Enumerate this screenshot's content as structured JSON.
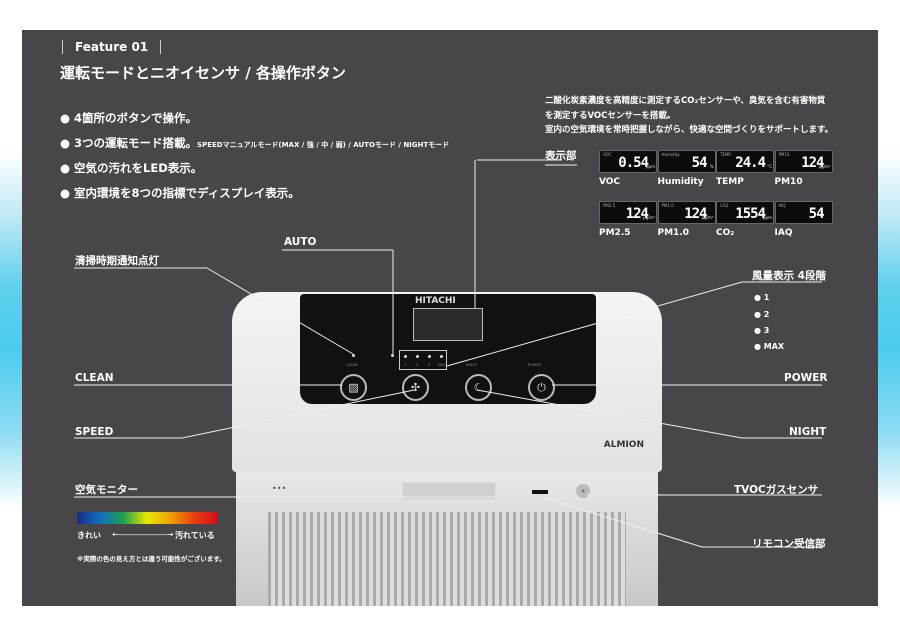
{
  "header": {
    "feature": "Feature 01",
    "title": "運転モードとニオイセンサ / 各操作ボタン"
  },
  "bullets": [
    {
      "text": "● 4箇所のボタンで操作。"
    },
    {
      "text": "● 3つの運転モード搭載。",
      "small": "SPEEDマニュアルモード(MAX / 強 / 中 / 弱) / AUTOモード / NIGHTモード"
    },
    {
      "text": "● 空気の汚れをLED表示。"
    },
    {
      "text": "● 室内環境を8つの指標でディスプレイ表示。"
    }
  ],
  "description": [
    "二酸化炭素濃度を高精度に測定するCO₂センサーや、臭気を含む有害物質",
    "を測定するVOCセンサーを搭載。",
    "室内の空気環境を常時把握しながら、快適な空間づくりをサポートします。"
  ],
  "display_section": {
    "label": "表示部",
    "items": [
      {
        "name": "VOC",
        "key": "VOC",
        "value": "0.54",
        "unit": "ppm"
      },
      {
        "name": "Humidity",
        "key": "Humidity",
        "value": "54",
        "unit": "%"
      },
      {
        "name": "TEMP",
        "key": "TEMP",
        "value": "24.4",
        "unit": "°C"
      },
      {
        "name": "PM10",
        "key": "PM10",
        "value": "124",
        "unit": "μg/m³"
      },
      {
        "name": "PM2.5",
        "key": "PM2.5",
        "value": "124",
        "unit": "μg/m³"
      },
      {
        "name": "PM1.0",
        "key": "PM1.0",
        "value": "124",
        "unit": "μg/m³"
      },
      {
        "name": "CO₂",
        "key": "CO2",
        "value": "1554",
        "unit": "ppm"
      },
      {
        "name": "IAQ",
        "key": "IAQ",
        "value": "54",
        "unit": ""
      }
    ]
  },
  "callouts": {
    "auto": "AUTO",
    "clean_notice": "清掃時期通知点灯",
    "clean": "CLEAN",
    "speed": "SPEED",
    "air_monitor": "空気モニター",
    "fan_level": "風量表示 4段階",
    "power": "POWER",
    "night": "NIGHT",
    "tvoc": "TVOCガスセンサ",
    "remote": "リモコン受信部"
  },
  "fan_levels": [
    "● 1",
    "● 2",
    "● 3",
    "● MAX"
  ],
  "monitor": {
    "clean": "きれい",
    "dirty": "汚れている",
    "arrow": "←――――――→",
    "note": "※実際の色の見え方とは違う可能性がございます。"
  },
  "device": {
    "brand": "HITACHI",
    "product": "ALMION",
    "clean_btn": "CLEAN",
    "night_btn": "NIGHT",
    "power_btn": "POWER",
    "levels": [
      "1",
      "2",
      "3",
      "MAX"
    ]
  },
  "colors": {
    "panel": "#48464a",
    "accent": "#4ccbee"
  }
}
